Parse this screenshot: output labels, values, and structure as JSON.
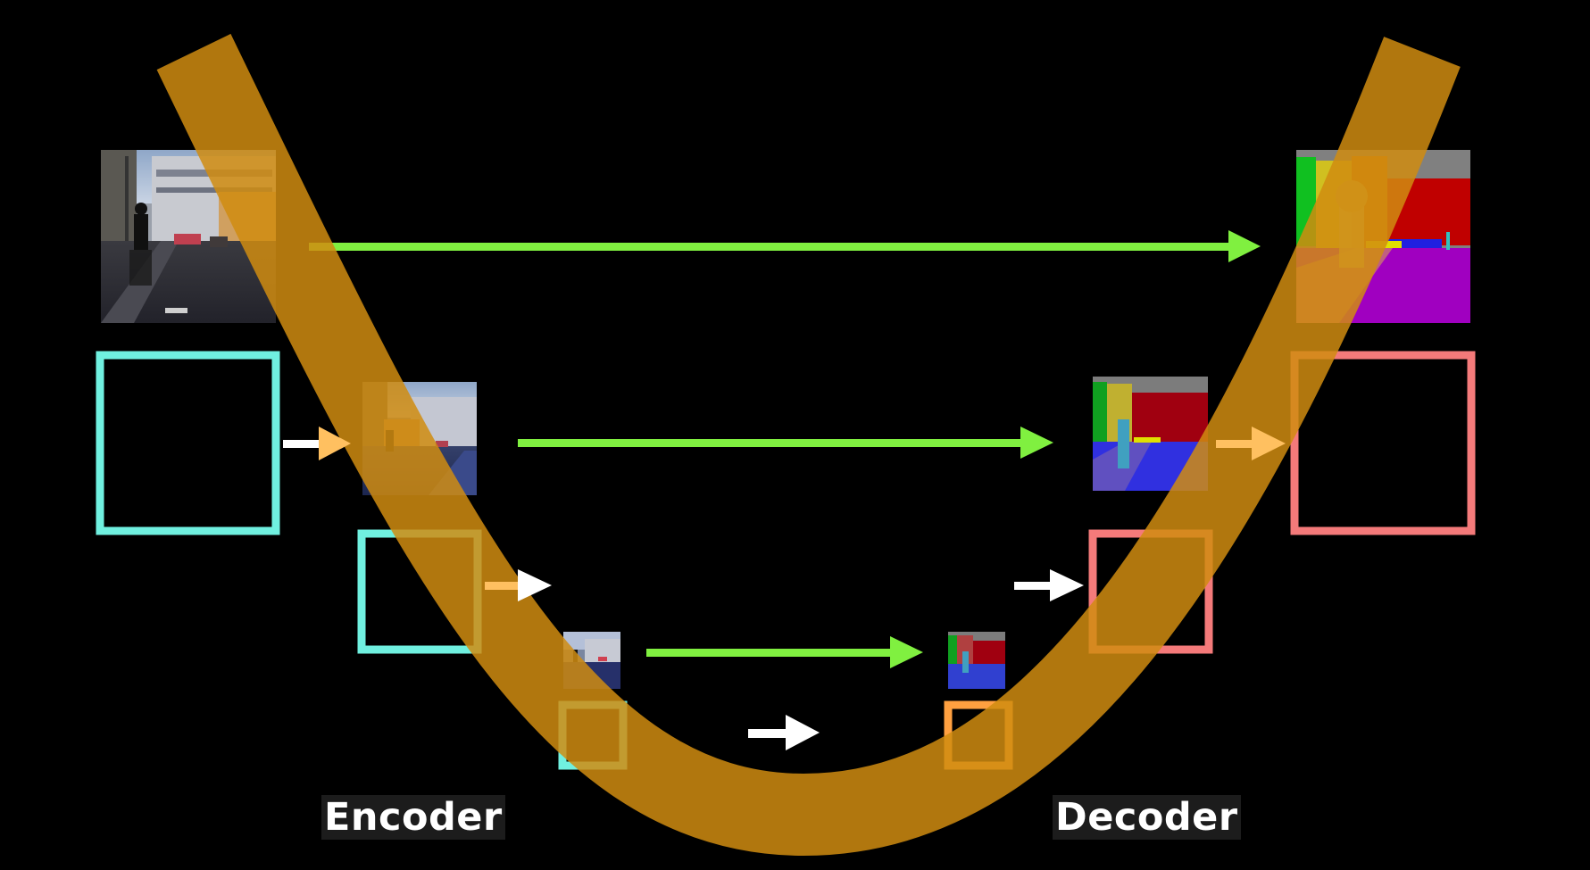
{
  "labels": {
    "encoder": "Encoder",
    "decoder": "Decoder"
  },
  "colors": {
    "background": "#000000",
    "u_band": "#c8850a",
    "skip_arrow": "#80f040",
    "flow_arrow": "#ffffff",
    "flow_arrow_in_band": "#ffc060",
    "encoder_box": "#70f0e0",
    "decoder_box_outer": "#f47a7a",
    "decoder_box_inner": "#ffa040"
  },
  "levels": [
    {
      "name": "level-1",
      "encoder_image": "street-photo-full",
      "decoder_image": "segmentation-map-full"
    },
    {
      "name": "level-2",
      "encoder_image": "street-photo-half",
      "decoder_image": "segmentation-map-half"
    },
    {
      "name": "level-3",
      "encoder_image": "street-photo-quarter",
      "decoder_image": "segmentation-map-quarter"
    }
  ]
}
